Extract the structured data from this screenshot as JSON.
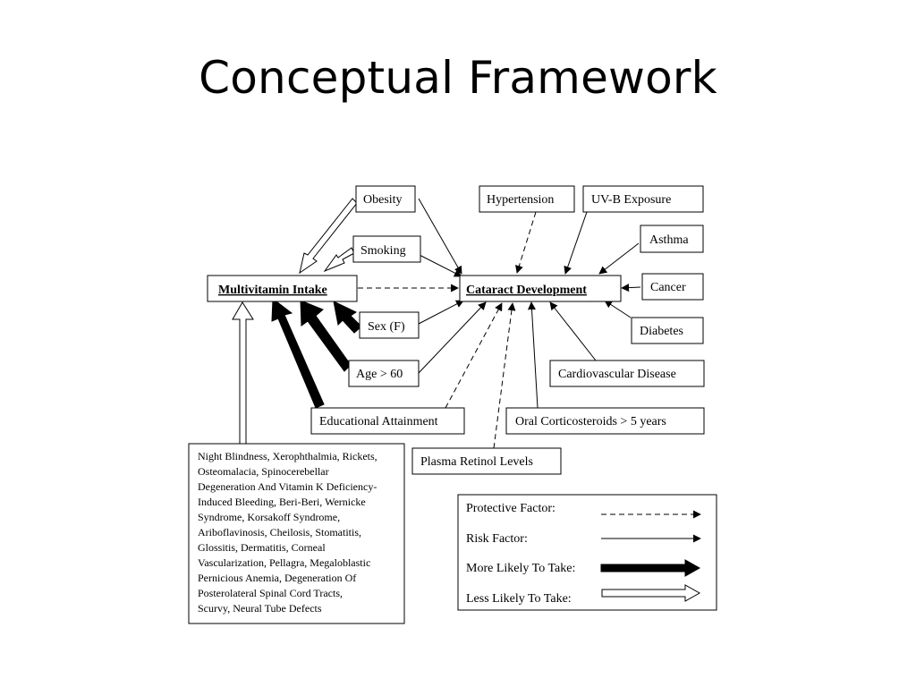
{
  "title": "Conceptual Framework",
  "nodes": {
    "multivitamin": "Multivitamin Intake",
    "cataract": "Cataract Development",
    "obesity": "Obesity",
    "smoking": "Smoking",
    "hypertension": "Hypertension",
    "uvb": "UV-B Exposure",
    "asthma": "Asthma",
    "cancer": "Cancer",
    "diabetes": "Diabetes",
    "cardio": "Cardiovascular Disease",
    "oral": "Oral Corticosteroids > 5 years",
    "plasma": "Plasma Retinol Levels",
    "education": "Educational Attainment",
    "age": "Age > 60",
    "sex": "Sex (F)"
  },
  "deficiency_lines": [
    "Night Blindness, Xerophthalmia, Rickets,",
    "Osteomalacia, Spinocerebellar",
    "Degeneration And Vitamin K Deficiency-",
    "Induced Bleeding, Beri-Beri, Wernicke",
    "Syndrome, Korsakoff Syndrome,",
    "Ariboflavinosis, Cheilosis, Stomatitis,",
    "Glossitis, Dermatitis, Corneal",
    "Vascularization, Pellagra, Megaloblastic",
    "Pernicious Anemia, Degeneration Of",
    "Posterolateral Spinal Cord Tracts,",
    "Scurvy, Neural Tube Defects"
  ],
  "legend": {
    "protective": "Protective Factor:",
    "risk": "Risk Factor:",
    "more": "More Likely To Take:",
    "less": "Less Likely To Take:"
  }
}
